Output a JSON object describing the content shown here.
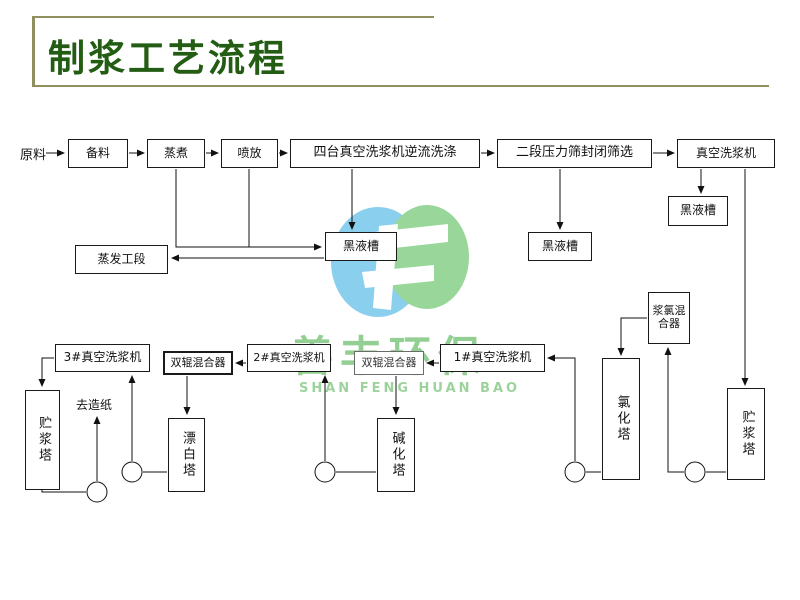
{
  "slide": {
    "title": "制浆工艺流程"
  },
  "watermark": {
    "cn": "善丰环保",
    "en": "SHAN FENG HUAN BAO"
  },
  "colors": {
    "title_green": "#235c13",
    "rule_olive": "#90905e",
    "logo_blue": "#2da9e1",
    "logo_green": "#45b649",
    "watermark_text_green": "#3ba93b",
    "line_black": "#111111"
  },
  "flow": {
    "nodes": [
      {
        "id": "raw-material",
        "label": "原料"
      },
      {
        "id": "material-prep",
        "label": "备料"
      },
      {
        "id": "cooking",
        "label": "蒸煮"
      },
      {
        "id": "blow",
        "label": "喷放"
      },
      {
        "id": "four-vacuum-washers",
        "label": "四台真空洗浆机逆流洗涤"
      },
      {
        "id": "pressure-screen",
        "label": "二段压力筛封闭筛选"
      },
      {
        "id": "vacuum-washer",
        "label": "真空洗浆机"
      },
      {
        "id": "black-liquor-tank-right",
        "label": "黑液槽"
      },
      {
        "id": "black-liquor-tank-center",
        "label": "黑液槽"
      },
      {
        "id": "black-liquor-tank-mid",
        "label": "黑液槽"
      },
      {
        "id": "evaporation-section",
        "label": "蒸发工段"
      },
      {
        "id": "vacuum-washer-3",
        "label": "3#真空洗浆机"
      },
      {
        "id": "double-roll-mixer-a",
        "label": "双辊混合器"
      },
      {
        "id": "vacuum-washer-2",
        "label": "2#真空洗浆机"
      },
      {
        "id": "double-roll-mixer-b",
        "label": "双辊混合器"
      },
      {
        "id": "vacuum-washer-1",
        "label": "1#真空洗浆机"
      },
      {
        "id": "pulp-chlorine-mixer",
        "label": "浆氯混合器"
      },
      {
        "id": "chlorination-tower",
        "label": "氯化塔"
      },
      {
        "id": "pulp-storage-tower-right",
        "label": "贮浆塔"
      },
      {
        "id": "pulp-storage-tower-left",
        "label": "贮浆塔"
      },
      {
        "id": "bleaching-tower",
        "label": "漂白塔"
      },
      {
        "id": "alkalization-tower",
        "label": "碱化塔"
      },
      {
        "id": "to-papermaking",
        "label": "去造纸"
      }
    ]
  }
}
